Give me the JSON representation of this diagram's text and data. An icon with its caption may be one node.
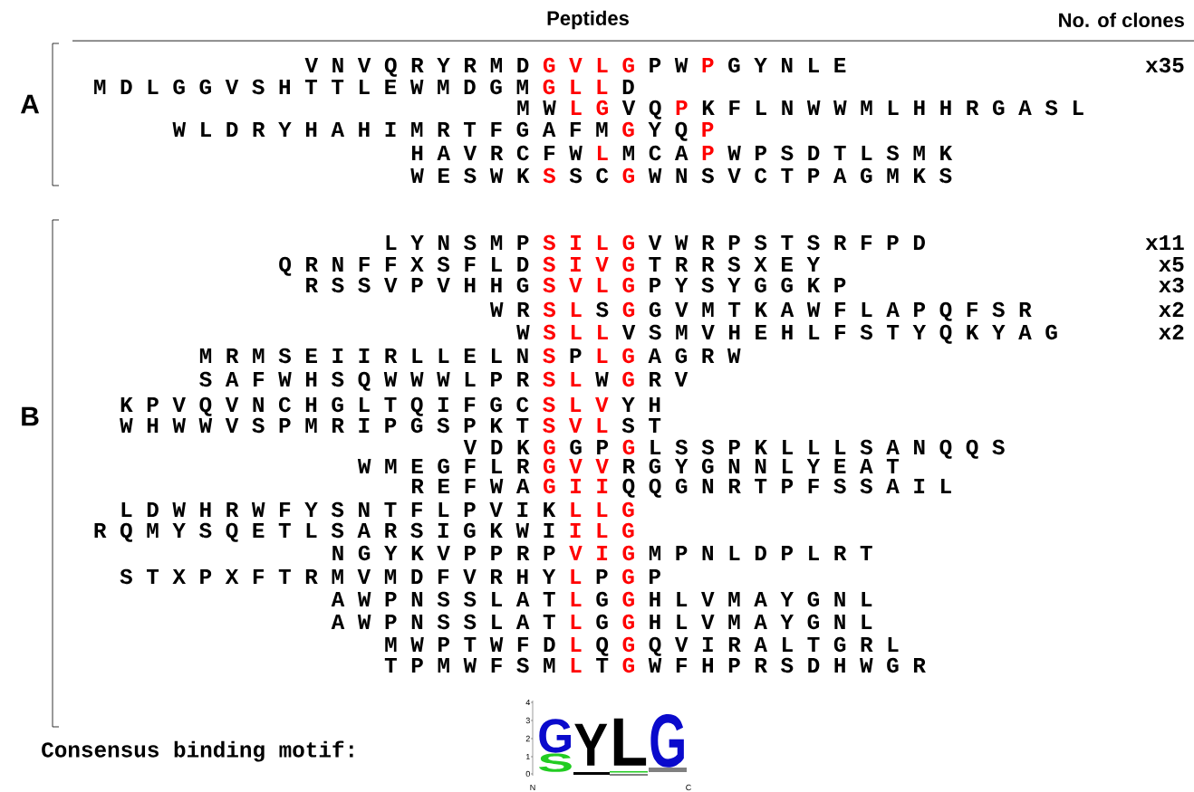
{
  "diagram": {
    "labels": [
      "Peptides",
      "No. of clones",
      "A",
      "V N V Q R Y R M D",
      "G V L G",
      "P W",
      "P",
      "G Y N L E",
      "x35",
      "M D L G G V S H T T L E W M D G M",
      "G L L",
      "D",
      "M W",
      "L G",
      "V Q",
      "P",
      "K F L N W W M L H H R G A S L",
      "W L D R Y H A H I M R T F G A F M",
      "G",
      "Y Q",
      "P",
      "H A V R C F W",
      "L",
      "M C A",
      "P",
      "W P S D T L S M K",
      "W E S W K",
      "S",
      "S C",
      "G",
      "W N S V C T P A G M K S",
      "B",
      "L Y N S M P",
      "S I L G",
      "V W R P S T S R F P D",
      "x11",
      "Q R N F F X S F L D",
      "S I V G",
      "T R R S X E Y",
      "x5",
      "R S S V P V H H G",
      "S V L G",
      "P Y S Y G G K P",
      "x3",
      "W R",
      "S L",
      "S",
      "G",
      "G V M T K A W F L A P Q F S R",
      "x2",
      "W",
      "S L L",
      "V S M V H E H L F S T Y Q K Y A G",
      "x2",
      "M R M S E I I R L L E L N",
      "S",
      "P",
      "L G",
      "A G R W",
      "S A F W H S Q W W W L P R",
      "S L",
      "W",
      "G",
      "R V",
      "K P V Q V N C H G L T Q I F G C",
      "S L V",
      "Y H",
      "W H W W V S P M R I P G S P K T",
      "S V L",
      "S T",
      "V D K",
      "G",
      "G P",
      "G",
      "L S S P K L L L S A N Q Q S",
      "W M E G F L R",
      "G V V",
      "R G Y G N N L Y E A T",
      "R E F W A",
      "G I I",
      "Q Q G N R T P F S S A I L",
      "L D W H R W F Y S N T F L P V I K",
      "L L G",
      "R Q M Y S Q E T L S A R S I G K W I",
      "I L G",
      "N G Y K V P P R P",
      "V I G",
      "M P N L D P L R T",
      "S T X P X F T R M V M D F V R H Y",
      "L",
      "P",
      "G",
      "P",
      "A W P N S S L A T",
      "L",
      "G",
      "G",
      "H L V M A Y G N L",
      "A W P N S S L A T",
      "L",
      "G",
      "G",
      "H L V M A Y G N L",
      "M W P T W F D",
      "L",
      "Q",
      "G",
      "Q V I R A L T G R L",
      "T P M W F S M",
      "L",
      "T",
      "G",
      "W F H P R S D H W G R",
      "Consensus binding motif:",
      "4",
      "3",
      "2",
      "1",
      "0",
      "G",
      "S",
      "Y",
      "L",
      "G",
      "N",
      "C"
    ]
  }
}
